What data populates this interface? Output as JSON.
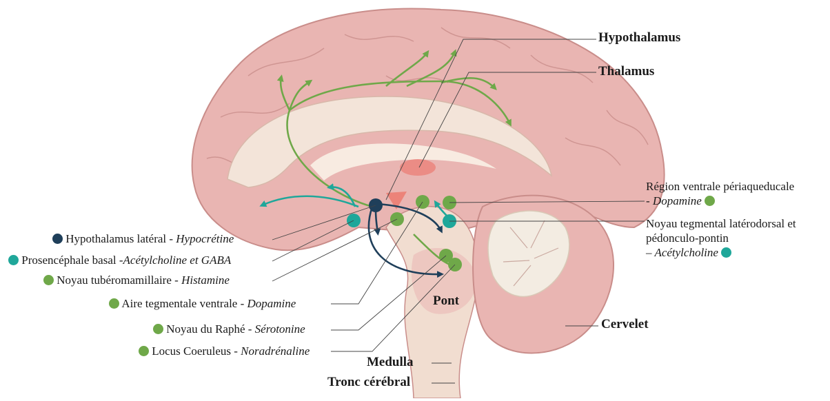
{
  "colors": {
    "green": "#6fa849",
    "teal": "#1fa79a",
    "navy": "#1f3f5a",
    "brain_pink": "#e9b5b2",
    "brain_dark": "#c98d8a",
    "inner_cream": "#f1ddd0"
  },
  "structures": {
    "hypothalamus": "Hypothalamus",
    "thalamus": "Thalamus",
    "pont": "Pont",
    "cervelet": "Cervelet",
    "medulla": "Medulla",
    "tronc": "Tronc cérébral"
  },
  "nuclei": {
    "hypothalamus_lateral": {
      "name": "Hypothalamus latéral - ",
      "transmitter": "Hypocrétine",
      "dot": "navy"
    },
    "prosencephale": {
      "name": "Prosencéphale basal -",
      "transmitter": "Acétylcholine et GABA",
      "dot": "teal"
    },
    "tuberomamillaire": {
      "name": "Noyau tubéromamillaire - ",
      "transmitter": "Histamine",
      "dot": "green"
    },
    "aire_tegmentale": {
      "name": "Aire tegmentale ventrale - ",
      "transmitter": "Dopamine",
      "dot": "green"
    },
    "raphe": {
      "name": "Noyau du Raphé - ",
      "transmitter": "Sérotonine",
      "dot": "green"
    },
    "coeruleus": {
      "name": "Locus Coeruleus - ",
      "transmitter": "Noradrénaline",
      "dot": "green"
    },
    "periaqueducale": {
      "line1": "Région ventrale périaqueducale",
      "transmitter": "- Dopamine",
      "dot": "green"
    },
    "tegmental": {
      "line1": "Noyau tegmental latérodorsal et",
      "line2": "pédonculo-pontin",
      "transmitter": "– Acétylcholine",
      "dot": "teal"
    }
  }
}
